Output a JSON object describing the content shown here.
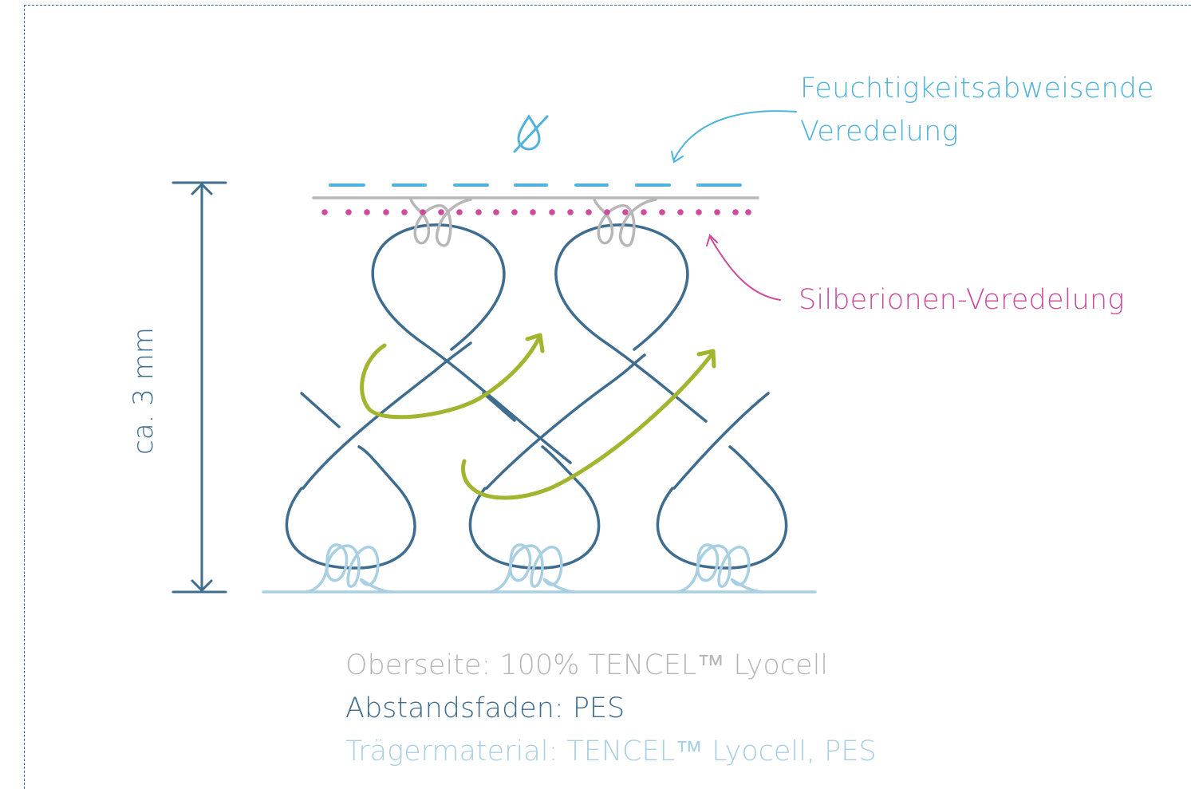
{
  "labels": {
    "finish_line1": "Feuchtigkeitsabweisende",
    "finish_line2": "Veredelung",
    "silver": "Silberionen-Veredelung",
    "height": "ca. 3 mm"
  },
  "legend": {
    "top": "Oberseite: 100% TENCEL™ Lyocell",
    "spacer": "Abstandsfaden: PES",
    "carrier": "Trägermaterial: TENCEL™ Lyocell, PES"
  },
  "icons": {
    "no_moisture": "crossed-drop-icon"
  },
  "colors": {
    "finish": "#4fb3dc",
    "silver": "#cf4a9b",
    "top_yarn": "#b7b7b7",
    "spacer_yarn": "#3f6d8f",
    "carrier_yarn": "#a9cfe2",
    "airflow": "#a3b52f",
    "frame": "#3c6e8f"
  }
}
